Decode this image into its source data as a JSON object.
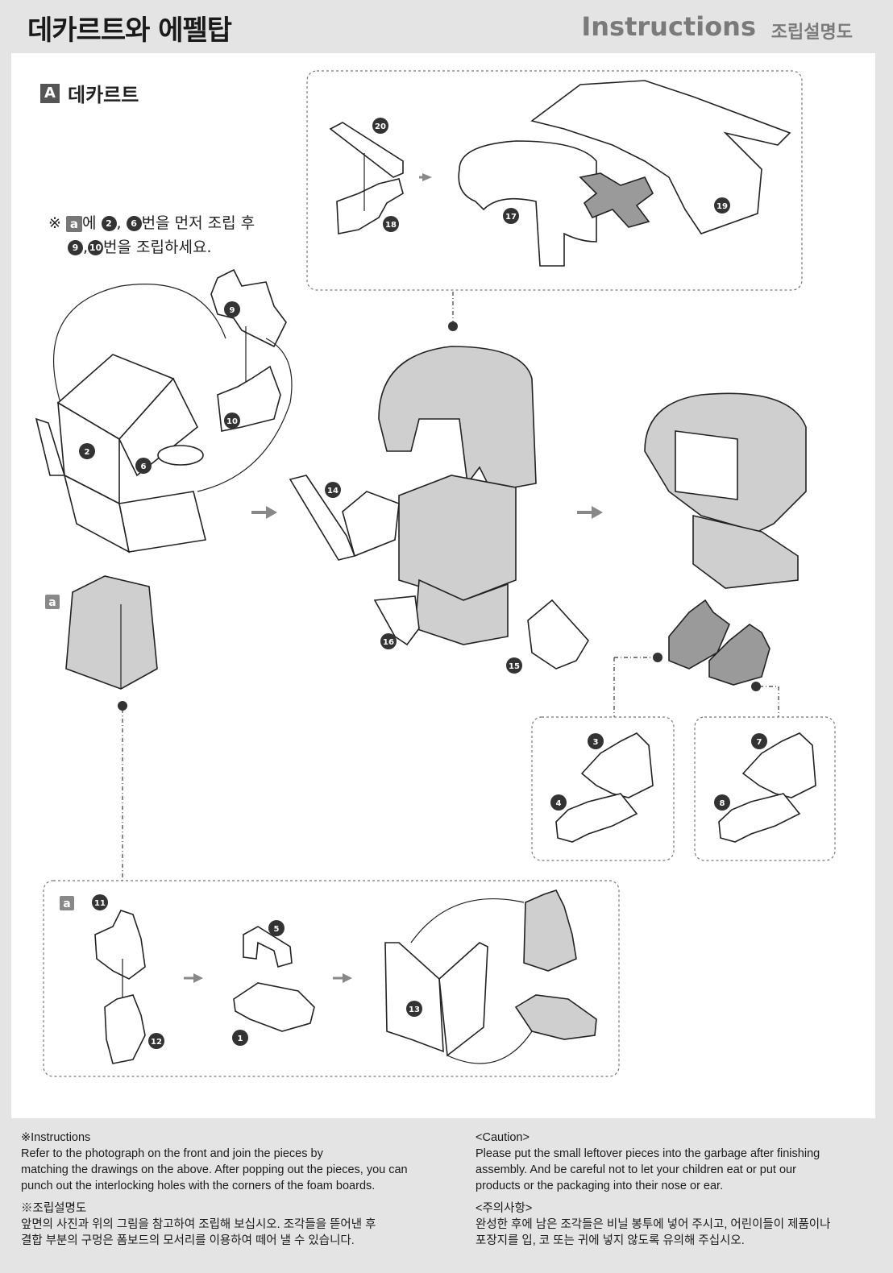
{
  "header": {
    "title_ko": "데카르트와 에펠탑",
    "title_en": "Instructions",
    "title_ko_sub": "조립설명도"
  },
  "section": {
    "letter": "A",
    "title": "데카르트"
  },
  "note": {
    "symbol": "※",
    "sub_label": "a",
    "line1_parts": [
      "에 ",
      ", ",
      "번을 먼저 조립 후"
    ],
    "line1_nums": [
      "2",
      "6"
    ],
    "line2_nums": [
      "9",
      "10"
    ],
    "line2_sep": ",",
    "line2_text": "번을 조립하세요."
  },
  "parts": {
    "n1": "1",
    "n2": "2",
    "n3": "3",
    "n4": "4",
    "n5": "5",
    "n6": "6",
    "n7": "7",
    "n8": "8",
    "n9": "9",
    "n10": "10",
    "n11": "11",
    "n12": "12",
    "n13": "13",
    "n14": "14",
    "n15": "15",
    "n16": "16",
    "n17": "17",
    "n18": "18",
    "n19": "19",
    "n20": "20",
    "sub_a": "a"
  },
  "footer": {
    "instructions_en": {
      "heading": "※Instructions",
      "lines": [
        "Refer to the photograph on the front and join the pieces by",
        "matching the drawings on the above. After popping out the pieces, you can",
        "punch out the interlocking holes with the corners of the foam boards."
      ]
    },
    "instructions_ko": {
      "heading": "※조립설명도",
      "lines": [
        "앞면의 사진과 위의 그림을 참고하여 조립해 보십시오. 조각들을 뜯어낸 후",
        "결합 부분의 구멍은 폼보드의 모서리를 이용하여 떼어 낼 수 있습니다."
      ]
    },
    "caution_en": {
      "heading": "<Caution>",
      "lines": [
        "Please put the small leftover pieces into the garbage after finishing",
        "assembly. And be careful not to let your children eat or put our",
        "products or the packaging into their nose or ear."
      ]
    },
    "caution_ko": {
      "heading": "<주의사항>",
      "lines": [
        "완성한 후에 남은 조각들은 비닐 봉투에 넣어 주시고, 어린이들이 제품이나",
        "포장지를 입, 코 또는 귀에 넣지 않도록 유의해 주십시오."
      ]
    }
  }
}
